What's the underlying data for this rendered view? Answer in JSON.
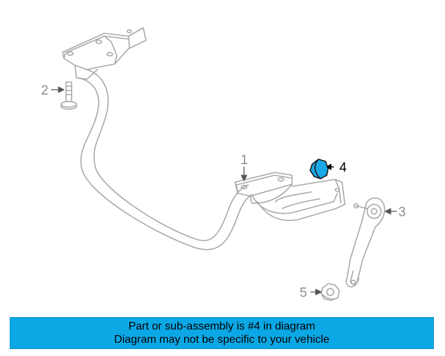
{
  "diagram": {
    "callouts": [
      {
        "id": "1",
        "label": "1"
      },
      {
        "id": "2",
        "label": "2"
      },
      {
        "id": "3",
        "label": "3"
      },
      {
        "id": "4",
        "label": "4"
      },
      {
        "id": "5",
        "label": "5"
      }
    ],
    "highlighted_part": "4",
    "colors": {
      "line": "#a8a8a8",
      "highlight": "#1aa9e6",
      "text_dark": "#000000",
      "text_light": "#8c8c8c"
    }
  },
  "banner": {
    "line1": "Part or sub-assembly is #4 in diagram",
    "line2": "Diagram may not be specific to your vehicle",
    "background": "#0ca8e6"
  }
}
